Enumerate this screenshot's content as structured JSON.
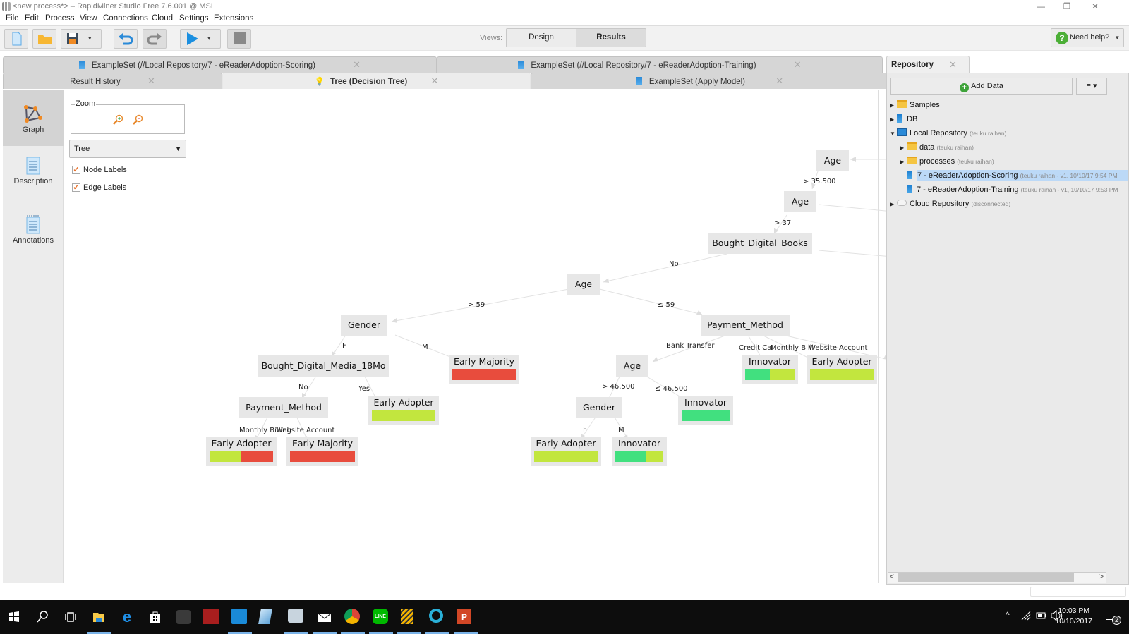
{
  "window": {
    "title": "<new process*> – RapidMiner Studio Free 7.6.001 @ MSI",
    "controls": {
      "minimize": "—",
      "maximize": "❐",
      "close": "✕"
    }
  },
  "menubar": [
    "File",
    "Edit",
    "Process",
    "View",
    "Connections",
    "Cloud",
    "Settings",
    "Extensions"
  ],
  "toolbar": {
    "buttons": [
      "new-process",
      "open",
      "save",
      "save-dropdown",
      "undo",
      "redo",
      "run",
      "run-dropdown",
      "stop"
    ],
    "views_label": "Views:",
    "views": [
      {
        "label": "Design",
        "active": false
      },
      {
        "label": "Results",
        "active": true
      }
    ],
    "help_label": "Need help?"
  },
  "tabs": {
    "row1": [
      {
        "label": "ExampleSet (//Local Repository/7 - eReaderAdoption-Scoring)",
        "icon": "data-icon"
      },
      {
        "label": "ExampleSet (//Local Repository/7 - eReaderAdoption-Training)",
        "icon": "data-icon"
      }
    ],
    "row2": [
      {
        "label": "Result History",
        "icon": ""
      },
      {
        "label": "Tree (Decision Tree)",
        "icon": "lightbulb-icon",
        "active": true
      },
      {
        "label": "ExampleSet (Apply Model)",
        "icon": "data-icon"
      }
    ],
    "close": "✕"
  },
  "left_rail": [
    {
      "label": "Graph",
      "selected": true
    },
    {
      "label": "Description",
      "selected": false
    },
    {
      "label": "Annotations",
      "selected": false
    }
  ],
  "graph_controls": {
    "zoom_legend": "Zoom",
    "layout_select": "Tree",
    "node_labels": {
      "label": "Node Labels",
      "checked": true
    },
    "edge_labels": {
      "label": "Edge Labels",
      "checked": true
    }
  },
  "colors": {
    "innovator": "#41e07f",
    "early_adopter": "#c2e63e",
    "early_majority": "#e84c3d",
    "node_bg": "#e7e7e7",
    "selection": "#bcd9f7"
  },
  "tree": {
    "nodes": [
      {
        "id": "n1",
        "label": "Age"
      },
      {
        "id": "n2",
        "label": "Age"
      },
      {
        "id": "n3",
        "label": "Bought_Digital_Books"
      },
      {
        "id": "n4",
        "label": "Age"
      },
      {
        "id": "n5",
        "label": "Gender"
      },
      {
        "id": "n6",
        "label": "Payment_Method"
      },
      {
        "id": "n7",
        "label": "Bought_Digital_Media_18Mo"
      },
      {
        "id": "n8",
        "label": "Payment_Method"
      },
      {
        "id": "n9",
        "label": "Age"
      },
      {
        "id": "n10",
        "label": "Gender"
      }
    ],
    "leaves": [
      {
        "id": "l1",
        "label": "Early Majority",
        "dist": [
          {
            "c": "early_majority",
            "w": 100
          }
        ]
      },
      {
        "id": "l2",
        "label": "Early Adopter",
        "dist": [
          {
            "c": "early_adopter",
            "w": 100
          }
        ]
      },
      {
        "id": "l3",
        "label": "Early Adopter",
        "dist": [
          {
            "c": "early_adopter",
            "w": 50
          },
          {
            "c": "early_majority",
            "w": 50
          }
        ]
      },
      {
        "id": "l4",
        "label": "Early Majority",
        "dist": [
          {
            "c": "early_majority",
            "w": 100
          }
        ]
      },
      {
        "id": "l5",
        "label": "Innovator",
        "dist": [
          {
            "c": "innovator",
            "w": 50
          },
          {
            "c": "early_adopter",
            "w": 50
          }
        ]
      },
      {
        "id": "l6",
        "label": "Early Adopter",
        "dist": [
          {
            "c": "early_adopter",
            "w": 100
          }
        ]
      },
      {
        "id": "l7",
        "label": "Innovator",
        "dist": [
          {
            "c": "innovator",
            "w": 100
          }
        ]
      },
      {
        "id": "l8",
        "label": "Early Adopter",
        "dist": [
          {
            "c": "early_adopter",
            "w": 100
          }
        ]
      },
      {
        "id": "l9",
        "label": "Innovator",
        "dist": [
          {
            "c": "innovator",
            "w": 65
          },
          {
            "c": "early_adopter",
            "w": 35
          }
        ]
      }
    ],
    "edges": [
      "> 35.500",
      "> 37",
      "No",
      "> 59",
      "≤ 59",
      "F",
      "M",
      "No",
      "Yes",
      "Monthly Billing",
      "Website Account",
      "Bank Transfer",
      "Credit Card",
      "Monthly Billing",
      "Website Account",
      "> 46.500",
      "≤ 46.500",
      "F",
      "M"
    ]
  },
  "repository": {
    "title": "Repository",
    "add_data": "Add Data",
    "menu": "≡ ▾",
    "items": [
      {
        "label": "Samples",
        "meta": "",
        "level": 0,
        "toggle": "▶",
        "icon": "folder"
      },
      {
        "label": "DB",
        "meta": "",
        "level": 0,
        "toggle": "▶",
        "icon": "db"
      },
      {
        "label": "Local Repository",
        "meta": "(teuku raihan)",
        "level": 0,
        "toggle": "▼",
        "icon": "monitor"
      },
      {
        "label": "data",
        "meta": "(teuku raihan)",
        "level": 1,
        "toggle": "▶",
        "icon": "folder"
      },
      {
        "label": "processes",
        "meta": "(teuku raihan)",
        "level": 1,
        "toggle": "▶",
        "icon": "folder"
      },
      {
        "label": "7 - eReaderAdoption-Scoring",
        "meta": "(teuku raihan - v1, 10/10/17 9:54 PM",
        "level": 1,
        "toggle": "",
        "icon": "data",
        "selected": true
      },
      {
        "label": "7 - eReaderAdoption-Training",
        "meta": "(teuku raihan - v1, 10/10/17 9:53 PM",
        "level": 1,
        "toggle": "",
        "icon": "data"
      },
      {
        "label": "Cloud Repository",
        "meta": "(disconnected)",
        "level": 0,
        "toggle": "▶",
        "icon": "cloud"
      }
    ]
  },
  "taskbar": {
    "apps": [
      "start",
      "search",
      "task-view",
      "file-explorer",
      "edge",
      "store",
      "app-gray",
      "app-red",
      "app-blue-chat",
      "app-notes",
      "app-monitor",
      "mail",
      "chrome",
      "line",
      "rapidminer",
      "app-p",
      "powerpoint"
    ],
    "time": "10:03 PM",
    "date": "10/10/2017",
    "notifications": "2"
  }
}
